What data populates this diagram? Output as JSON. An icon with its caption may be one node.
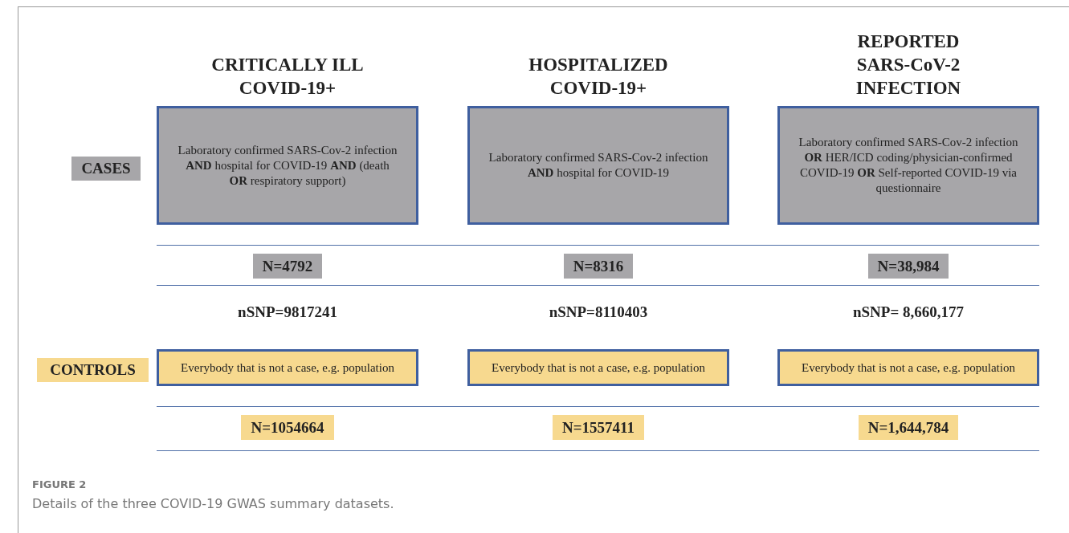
{
  "diagram": {
    "caption": "Details of the three COVID-19 GWAS summary datasets.",
    "nodes": [
      {
        "text": [
          "CASES"
        ]
      },
      {
        "text": [
          "CRITICALLY ILL COVID-19+",
          "Laboratory confirmed SARS-Cov-2 infection **AND** hospital for COVID-19 **AND** (death **OR** respiratory support)"
        ]
      },
      {
        "text": [
          "HOSPITALIZED COVID-19+",
          "Laboratory confirmed SARS-Cov-2 infection **AND** hospital for COVID-19"
        ]
      },
      {
        "text": [
          "REPORTED SARS-CoV-2 INFECTION",
          "Laboratory confirmed SARS-Cov-2 infection **OR** HER/ICD coding/physician-confirmed COVID-19 **OR** Self-reported COVID-19 via questionnaire"
        ]
      },
      {
        "text": [
          "N=4792"
        ]
      },
      {
        "text": [
          "N=8316"
        ]
      },
      {
        "text": [
          "N=38,984"
        ]
      },
      {
        "text": [
          "CONTROLS"
        ]
      },
      {
        "text": [
          "Everybody that is not a case, e.g. population"
        ]
      },
      {
        "text": [
          "Everybody that is not a case, e.g. population"
        ]
      },
      {
        "text": [
          "Everybody that is not a case, e.g. population"
        ]
      },
      {
        "text": [
          "N=1054664"
        ]
      },
      {
        "text": [
          "N=1557411"
        ]
      },
      {
        "text": [
          "N=1,644,784"
        ]
      }
    ],
    "labels": [
      "nSNP=9817241",
      "nSNP=8110403",
      "nSNP= 8,660,177",
      "FIGURE 2"
    ]
  }
}
